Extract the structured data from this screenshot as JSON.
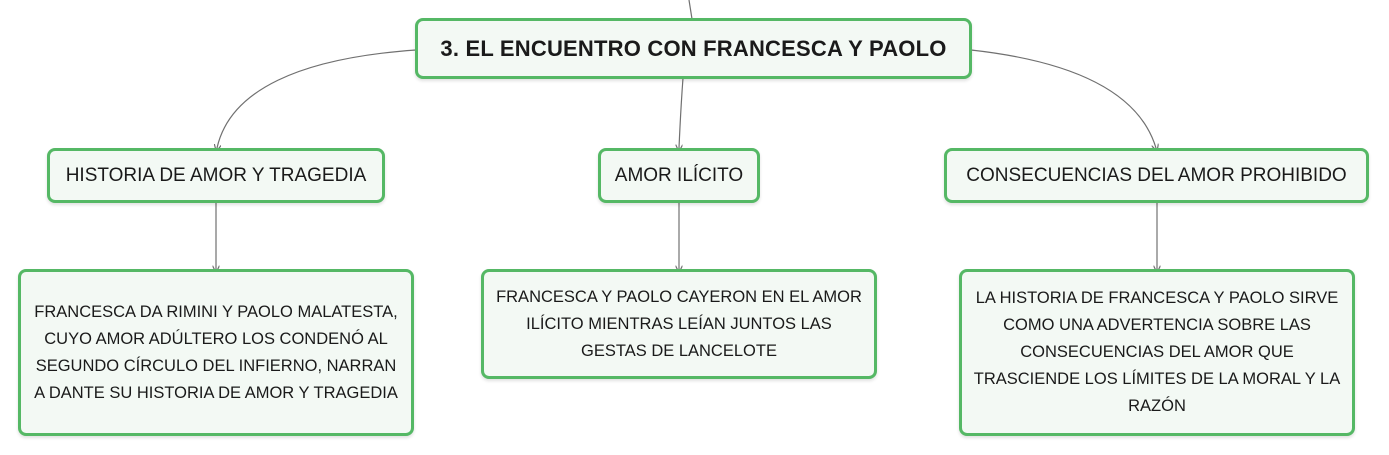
{
  "root": {
    "label": "3. EL ENCUENTRO CON FRANCESCA Y PAOLO"
  },
  "branches": [
    {
      "label": "HISTORIA DE AMOR Y TRAGEDIA",
      "detail": "FRANCESCA DA RIMINI Y PAOLO MALATESTA, CUYO AMOR ADÚLTERO LOS CONDENÓ AL SEGUNDO CÍRCULO DEL INFIERNO, NARRAN A DANTE SU HISTORIA DE AMOR Y TRAGEDIA"
    },
    {
      "label": "AMOR ILÍCITO",
      "detail": "FRANCESCA Y PAOLO CAYERON EN EL AMOR ILÍCITO MIENTRAS LEÍAN JUNTOS LAS GESTAS DE LANCELOTE"
    },
    {
      "label": "CONSECUENCIAS DEL AMOR PROHIBIDO",
      "detail": "LA HISTORIA DE FRANCESCA Y PAOLO SIRVE COMO UNA ADVERTENCIA SOBRE LAS CONSECUENCIAS DEL AMOR QUE TRASCIENDE LOS LÍMITES DE LA MORAL Y LA RAZÓN"
    }
  ],
  "colors": {
    "border": "#55b865",
    "fill": "#f3f9f4",
    "connector": "#707070"
  }
}
